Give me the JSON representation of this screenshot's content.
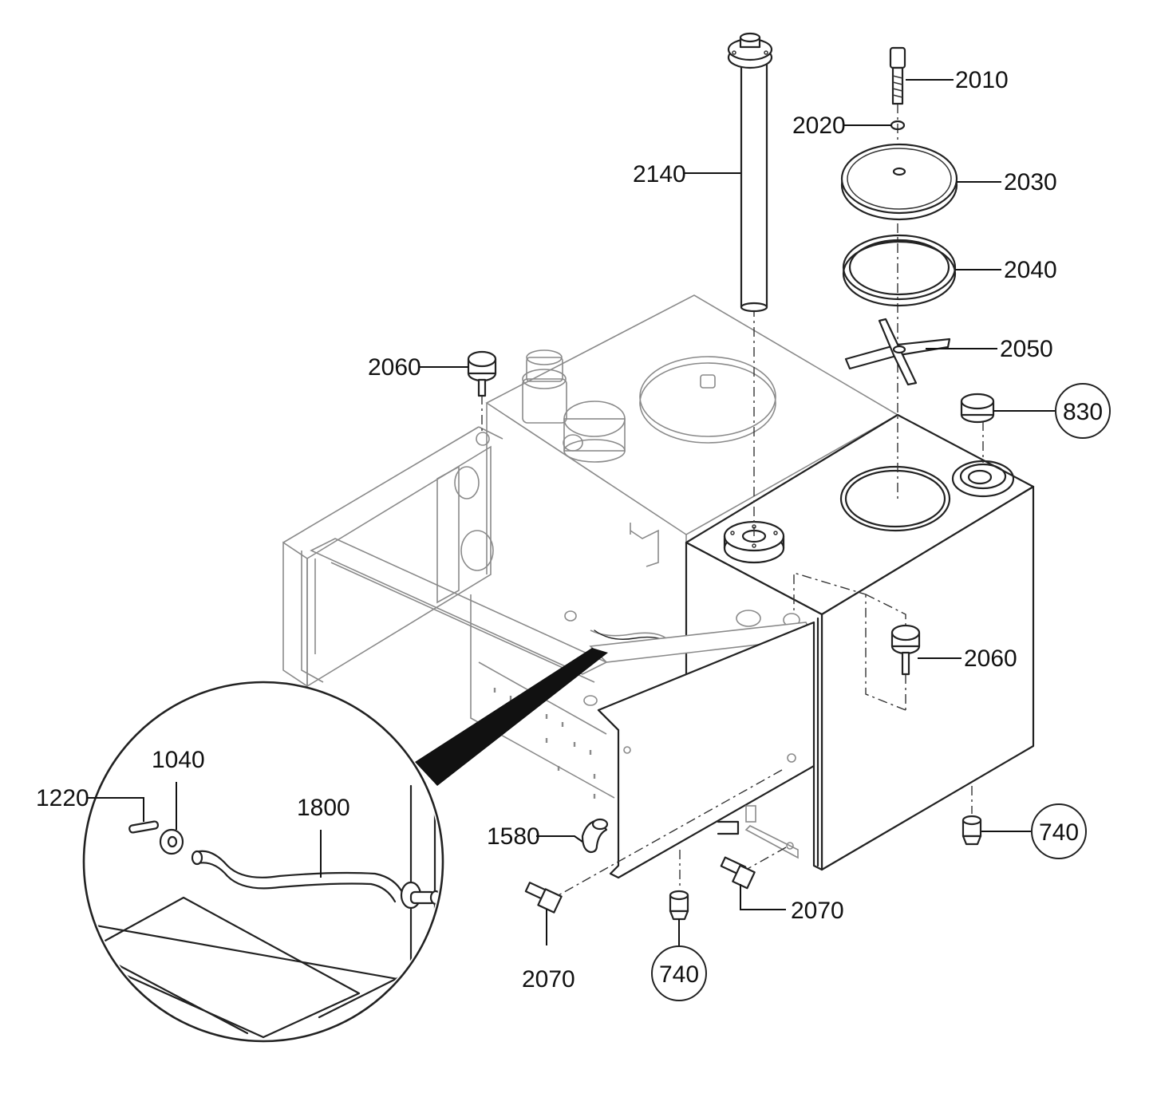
{
  "callouts": {
    "c2010": "2010",
    "c2020": "2020",
    "c2030": "2030",
    "c2040": "2040",
    "c2050": "2050",
    "c2140": "2140",
    "c2060_top": "2060",
    "c2060_right": "2060",
    "c830": "830",
    "c740_right": "740",
    "c740_bottom": "740",
    "c2070_left": "2070",
    "c2070_right": "2070",
    "c1580": "1580",
    "c1220": "1220",
    "c1040": "1040",
    "c1800": "1800"
  },
  "colors": {
    "line": "#222222",
    "frame": "#8a8a8a",
    "background": "#ffffff"
  }
}
